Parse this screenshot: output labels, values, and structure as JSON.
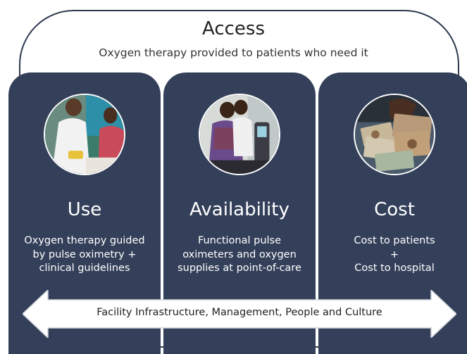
{
  "access": {
    "title": "Access",
    "subtitle": "Oxygen therapy provided to patients who need it"
  },
  "pillars": [
    {
      "title": "Use",
      "description": "Oxygen therapy guided\nby pulse oximetry +\nclinical guidelines",
      "photo_icon": "nurse-pulse-oximeter-photo"
    },
    {
      "title": "Availability",
      "description": "Functional pulse\noximeters and oxygen\nsupplies at point-of-care",
      "photo_icon": "technicians-equipment-photo"
    },
    {
      "title": "Cost",
      "description": "Cost to patients\n+\nCost to hospital",
      "photo_icon": "banknotes-photo"
    }
  ],
  "foundation": {
    "label": "Facility Infrastructure, Management, People and Culture"
  },
  "colors": {
    "pillar": "#34405a",
    "arch_border": "#2d3a4e"
  }
}
